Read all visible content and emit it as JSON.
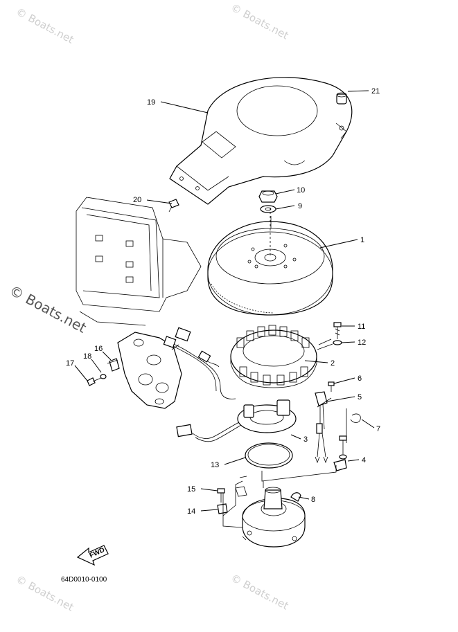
{
  "diagram": {
    "callouts": [
      {
        "id": "c1",
        "label": "1"
      },
      {
        "id": "c2",
        "label": "2"
      },
      {
        "id": "c3",
        "label": "3"
      },
      {
        "id": "c4",
        "label": "4"
      },
      {
        "id": "c5",
        "label": "5"
      },
      {
        "id": "c6",
        "label": "6"
      },
      {
        "id": "c7",
        "label": "7"
      },
      {
        "id": "c8",
        "label": "8"
      },
      {
        "id": "c9",
        "label": "9"
      },
      {
        "id": "c10",
        "label": "10"
      },
      {
        "id": "c11",
        "label": "11"
      },
      {
        "id": "c12",
        "label": "12"
      },
      {
        "id": "c13",
        "label": "13"
      },
      {
        "id": "c14",
        "label": "14"
      },
      {
        "id": "c15",
        "label": "15"
      },
      {
        "id": "c16",
        "label": "16"
      },
      {
        "id": "c17",
        "label": "17"
      },
      {
        "id": "c18",
        "label": "18"
      },
      {
        "id": "c19",
        "label": "19"
      },
      {
        "id": "c20",
        "label": "20"
      },
      {
        "id": "c21",
        "label": "21"
      }
    ],
    "fwd_label": "FWD",
    "diagram_code": "64D0010-0100"
  },
  "watermarks": {
    "small": "© Boats.net",
    "side": "© Boats.net"
  }
}
